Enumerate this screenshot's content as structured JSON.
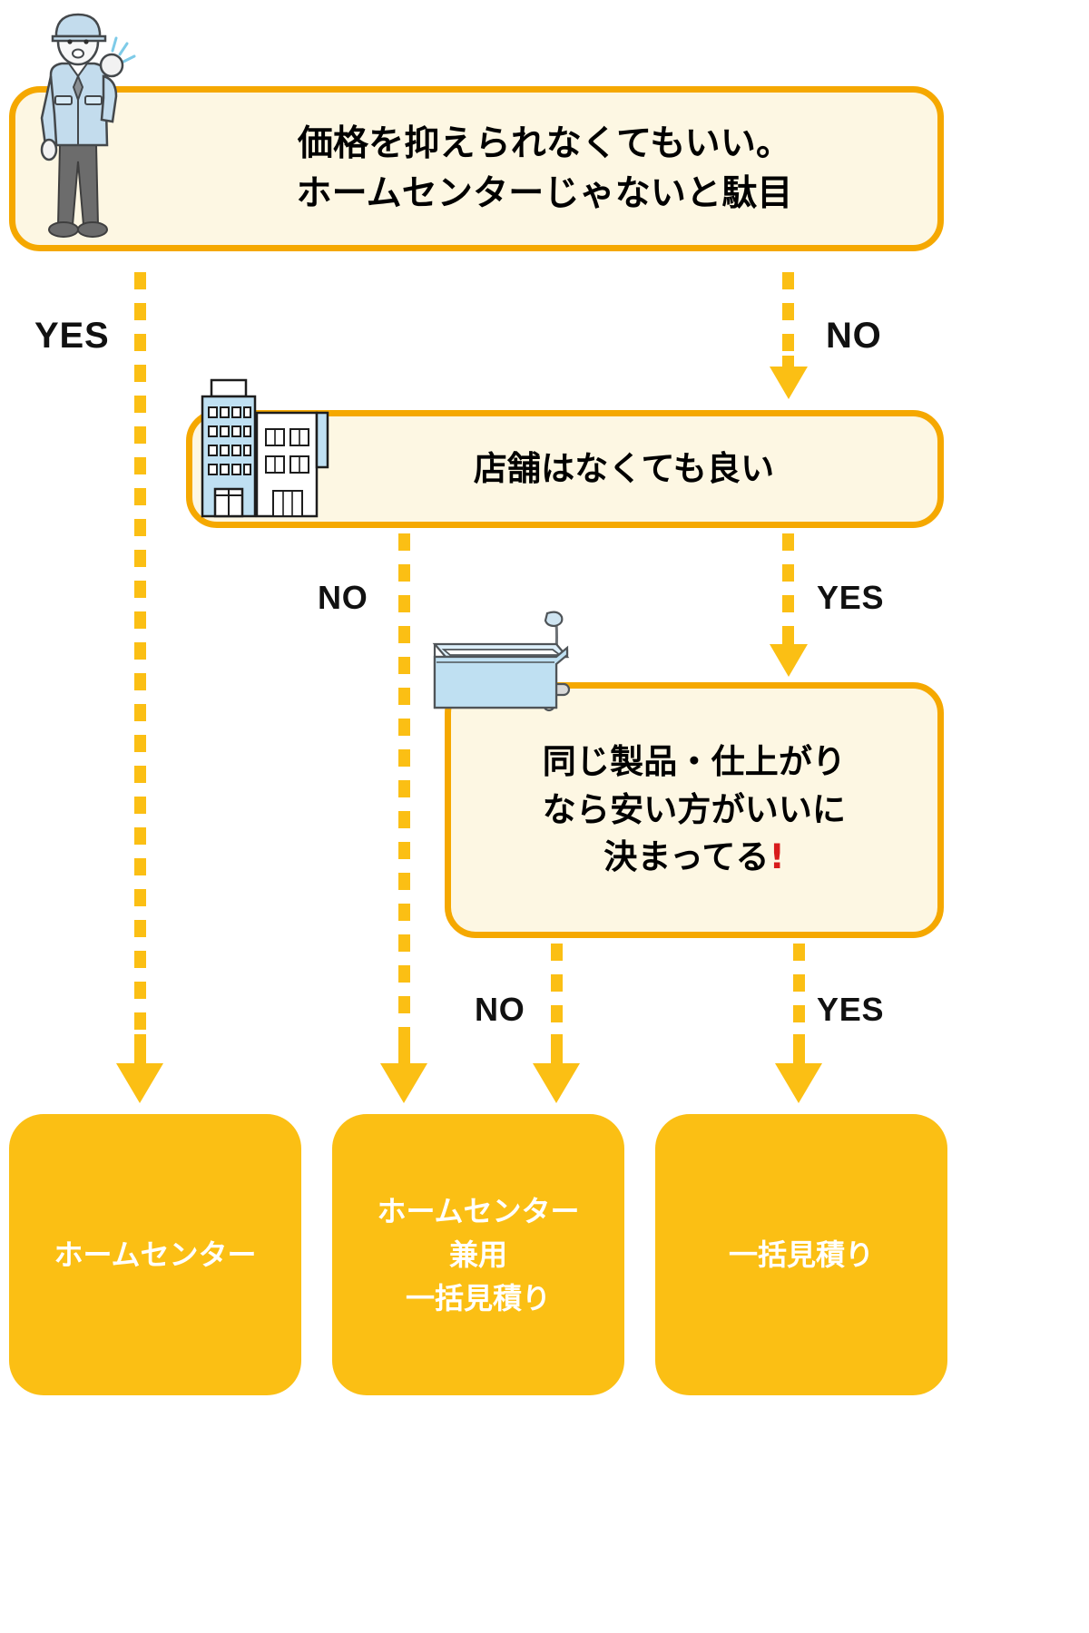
{
  "diagram": {
    "title_text": "価格を抑えられなくてもいい。\nホームセンターじゃないと駄目",
    "colors": {
      "accent": "#f5a800",
      "arrow": "#fbbf14",
      "box_fill": "#fdf7e3",
      "result_fill": "#fbbf14",
      "result_text": "#ffffff",
      "bang": "#d81c1c",
      "illustration_blue": "#bfe0f2",
      "illustration_gray": "#636363"
    },
    "questions": [
      {
        "id": "q1",
        "text": "価格を抑えられなくてもいい。\nホームセンターじゃないと駄目",
        "icon": "worker-illustration"
      },
      {
        "id": "q2",
        "text": "店舗はなくても良い",
        "icon": "buildings-illustration"
      },
      {
        "id": "q3",
        "text_line1": "同じ製品・仕上がり",
        "text_line2": "なら安い方がいいに",
        "text_line3": "決まってる",
        "bang": "!",
        "icon": "bathtub-illustration"
      }
    ],
    "branch_labels": {
      "q1_yes": "YES",
      "q1_no": "NO",
      "q2_no": "NO",
      "q2_yes": "YES",
      "q3_no": "NO",
      "q3_yes": "YES"
    },
    "results": [
      {
        "id": "r1",
        "text": "ホームセンター"
      },
      {
        "id": "r2",
        "text": "ホームセンター\n兼用\n一括見積り"
      },
      {
        "id": "r3",
        "text": "一括見積り"
      }
    ]
  }
}
